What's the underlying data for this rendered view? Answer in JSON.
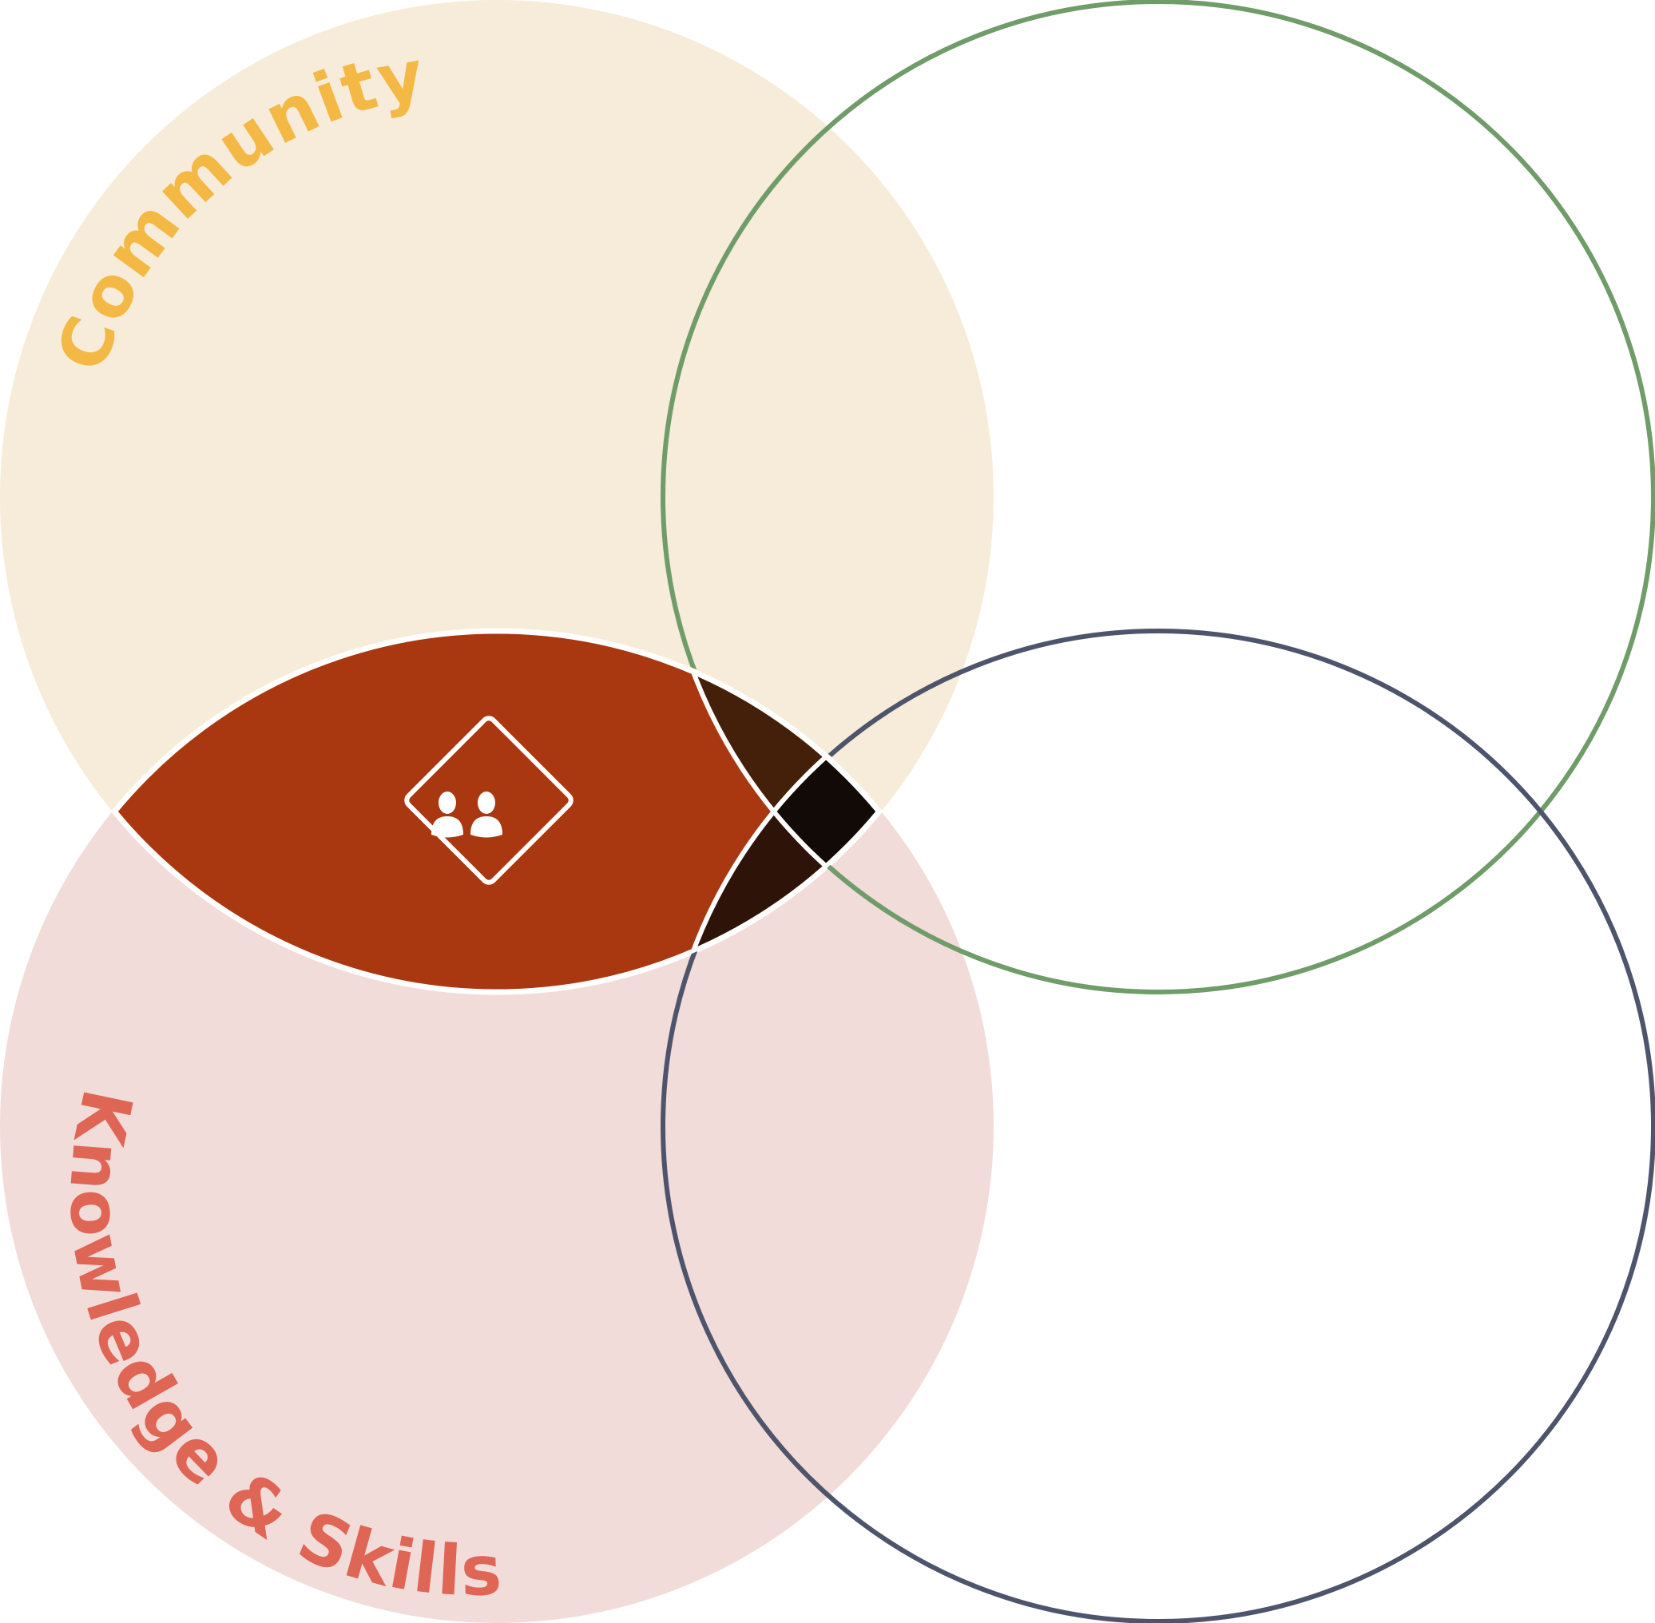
{
  "diagram": {
    "circles": [
      {
        "id": "community",
        "label": "Community",
        "fill": "#f6ecd9",
        "label_color": "#f4b844"
      },
      {
        "id": "knowledge",
        "label": "Knowledge & Skills",
        "fill": "#f2dcda",
        "label_color": "#df6555"
      },
      {
        "id": "top-right",
        "label": "",
        "stroke": "#6f9c68"
      },
      {
        "id": "bottom-right",
        "label": "",
        "stroke": "#4e546b"
      }
    ],
    "overlaps": {
      "community_knowledge": "#a93811",
      "community_knowledge_topright": "#44200a",
      "community_knowledge_bottomright": "#2e1309",
      "center": "#110a06"
    },
    "center_icon": "people-group-icon"
  }
}
